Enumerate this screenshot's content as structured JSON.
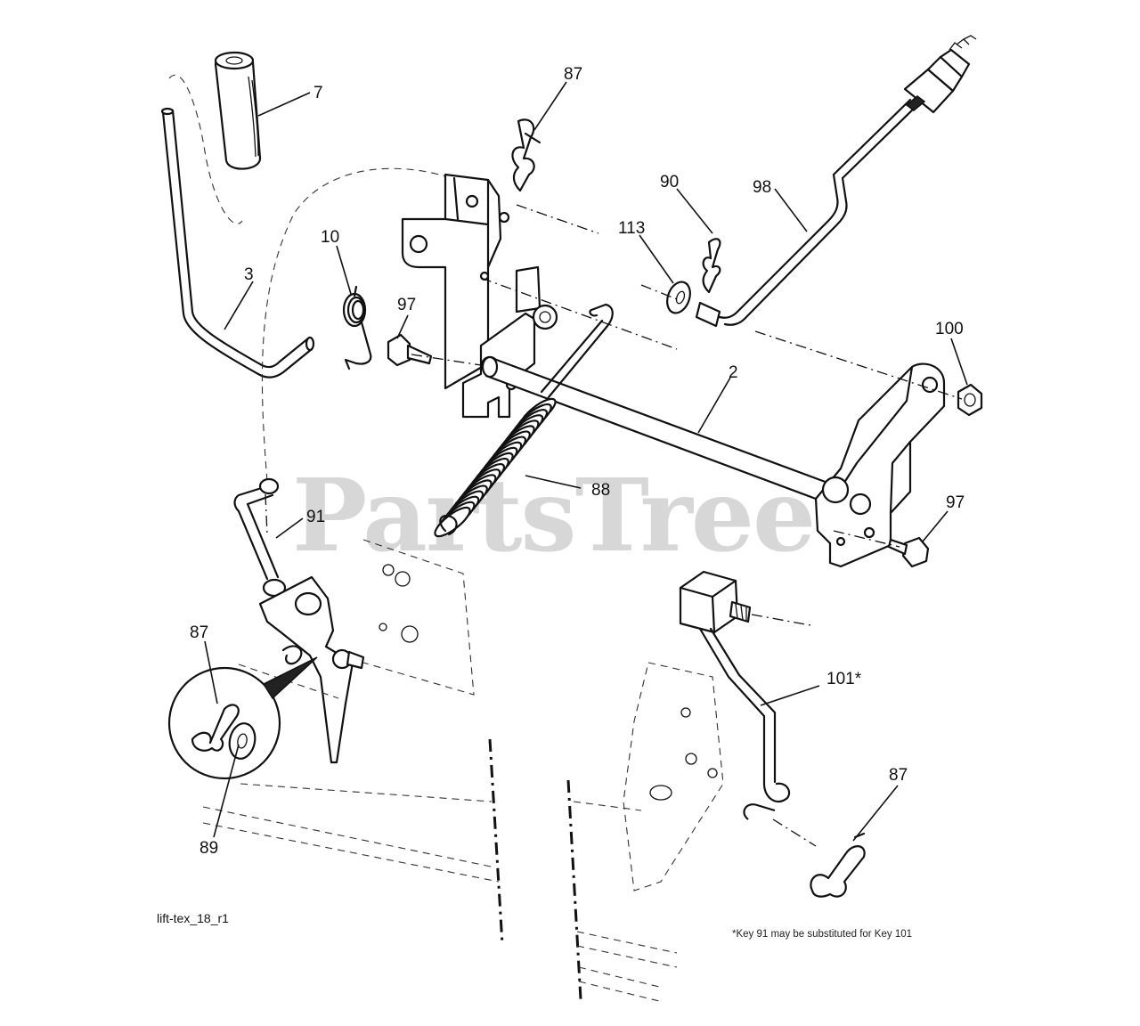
{
  "watermark": "PartsTree",
  "reference": "lift-tex_18_r1",
  "footnote": "*Key 91 may be substituted for Key 101",
  "callouts": {
    "c7": "7",
    "c87_top": "87",
    "c90": "90",
    "c98": "98",
    "c113": "113",
    "c10": "10",
    "c3": "3",
    "c97_left": "97",
    "c100": "100",
    "c2": "2",
    "c88": "88",
    "c97_right": "97",
    "c91": "91",
    "c87_left": "87",
    "c89": "89",
    "c101": "101*",
    "c87_bottom": "87"
  }
}
